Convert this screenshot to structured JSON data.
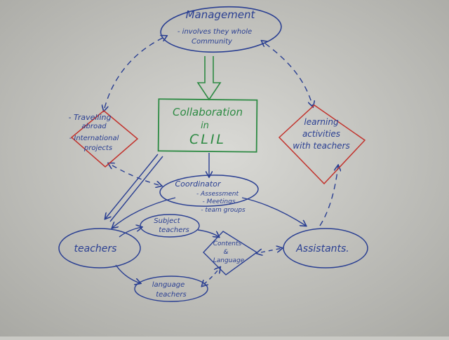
{
  "colors": {
    "board": "#d3d3cf",
    "board_edge": "#a9a9a4",
    "ink_blue": "#2a3f92",
    "ink_green": "#2d8a43",
    "ink_red": "#c2332d"
  },
  "management": {
    "title": "Management",
    "line1": "- involves they whole",
    "line2": "Community"
  },
  "center": {
    "line1": "Collaboration",
    "line2": "in",
    "line3": "CLIL"
  },
  "travel": {
    "line1": "- Travelling",
    "line2": "abroad",
    "line3": "- International",
    "line4": "projects"
  },
  "learning": {
    "line1": "learning",
    "line2": "activities",
    "line3": "with teachers"
  },
  "coordinator": {
    "title": "Coordinator",
    "item1": "- Assessment",
    "item2": "- Meetings",
    "item3": "- team groups"
  },
  "subject": {
    "line1": "Subject",
    "line2": "teachers"
  },
  "teachers": {
    "label": "teachers"
  },
  "content": {
    "line1": "Contents",
    "line2": "&",
    "line3": "Language"
  },
  "assistants": {
    "label": "Assistants."
  },
  "language": {
    "line1": "language",
    "line2": "teachers"
  }
}
